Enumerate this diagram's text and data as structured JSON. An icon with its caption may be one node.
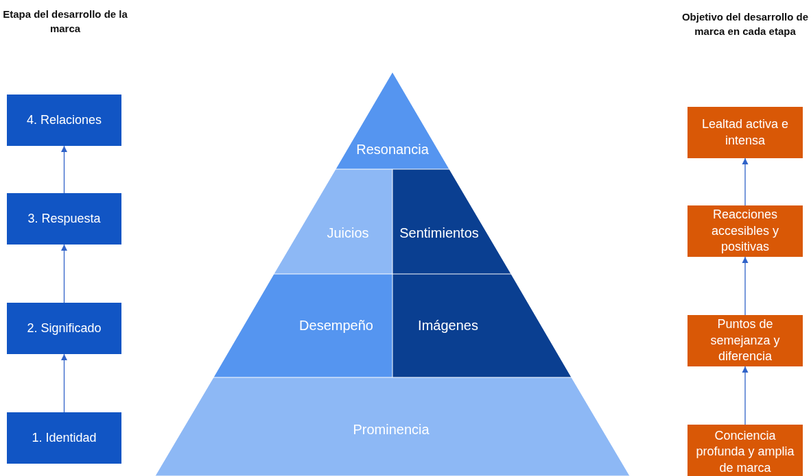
{
  "diagram": {
    "nodes": [
      {
        "text": [
          "4. Relaciones"
        ]
      },
      {
        "text": [
          "3. Respuesta"
        ]
      },
      {
        "text": [
          "2. Significado"
        ]
      },
      {
        "text": [
          "1. Identidad"
        ]
      },
      {
        "text": [
          "Resonancia"
        ]
      },
      {
        "text": [
          "Juicios"
        ]
      },
      {
        "text": [
          "Sentimientos"
        ]
      },
      {
        "text": [
          "Desempeño"
        ]
      },
      {
        "text": [
          "Imágenes"
        ]
      },
      {
        "text": [
          "Prominencia"
        ]
      },
      {
        "text": [
          "Lealtad activa e intensa"
        ]
      },
      {
        "text": [
          "Reacciones accesibles y positivas"
        ]
      },
      {
        "text": [
          "Puntos de semejanza y diferencia"
        ]
      },
      {
        "text": [
          "Conciencia profunda y amplia de marca"
        ]
      }
    ],
    "edges": [
      {
        "from": 3,
        "to": 2,
        "arrow": "to"
      },
      {
        "from": 2,
        "to": 1,
        "arrow": "to"
      },
      {
        "from": 1,
        "to": 0,
        "arrow": "to"
      },
      {
        "from": 13,
        "to": 12,
        "arrow": "to"
      },
      {
        "from": 12,
        "to": 11,
        "arrow": "to"
      },
      {
        "from": 11,
        "to": 10,
        "arrow": "to"
      }
    ],
    "labels": [
      "Etapa del desarrollo de la marca",
      "Objetivo del desarrollo de marca en cada etapa"
    ]
  }
}
